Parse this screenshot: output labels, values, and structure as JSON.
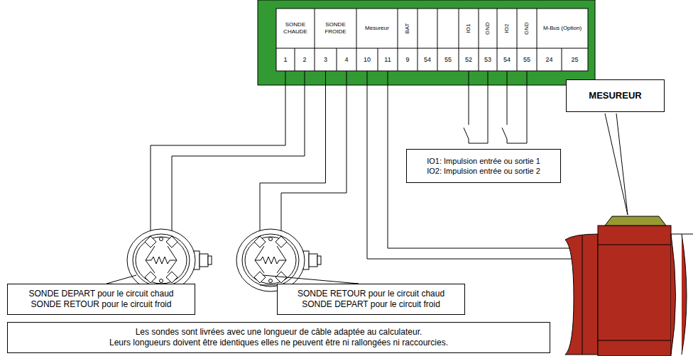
{
  "diagram": {
    "nodes": [
      {
        "text": [
          "MESUREUR"
        ]
      },
      {
        "text": [
          "IO1: Impulsion entrée ou sortie 1",
          "IO2: Impulsion entrée ou sortie 2"
        ]
      },
      {
        "text": [
          "SONDE DEPART pour le circuit chaud",
          "SONDE RETOUR pour le circuit froid"
        ]
      },
      {
        "text": [
          "SONDE RETOUR pour le circuit chaud",
          "SONDE DEPART pour le circuit froid"
        ]
      },
      {
        "text": [
          "Les sondes sont livrées avec une longueur de câble adaptée au calculateur.",
          "Leurs longueurs doivent être identiques elles ne peuvent être ni rallongées ni raccourcies."
        ]
      }
    ],
    "labels": [
      "SONDE CHAUDE",
      "SONDE FROIDE",
      "Mesureur",
      "BAT",
      "IO1",
      "GND",
      "IO2",
      "GND",
      "M-Bus (Option)",
      "1",
      "2",
      "3",
      "4",
      "10",
      "11",
      "9",
      "54",
      "55",
      "52",
      "53",
      "54",
      "55",
      "24",
      "25"
    ]
  }
}
